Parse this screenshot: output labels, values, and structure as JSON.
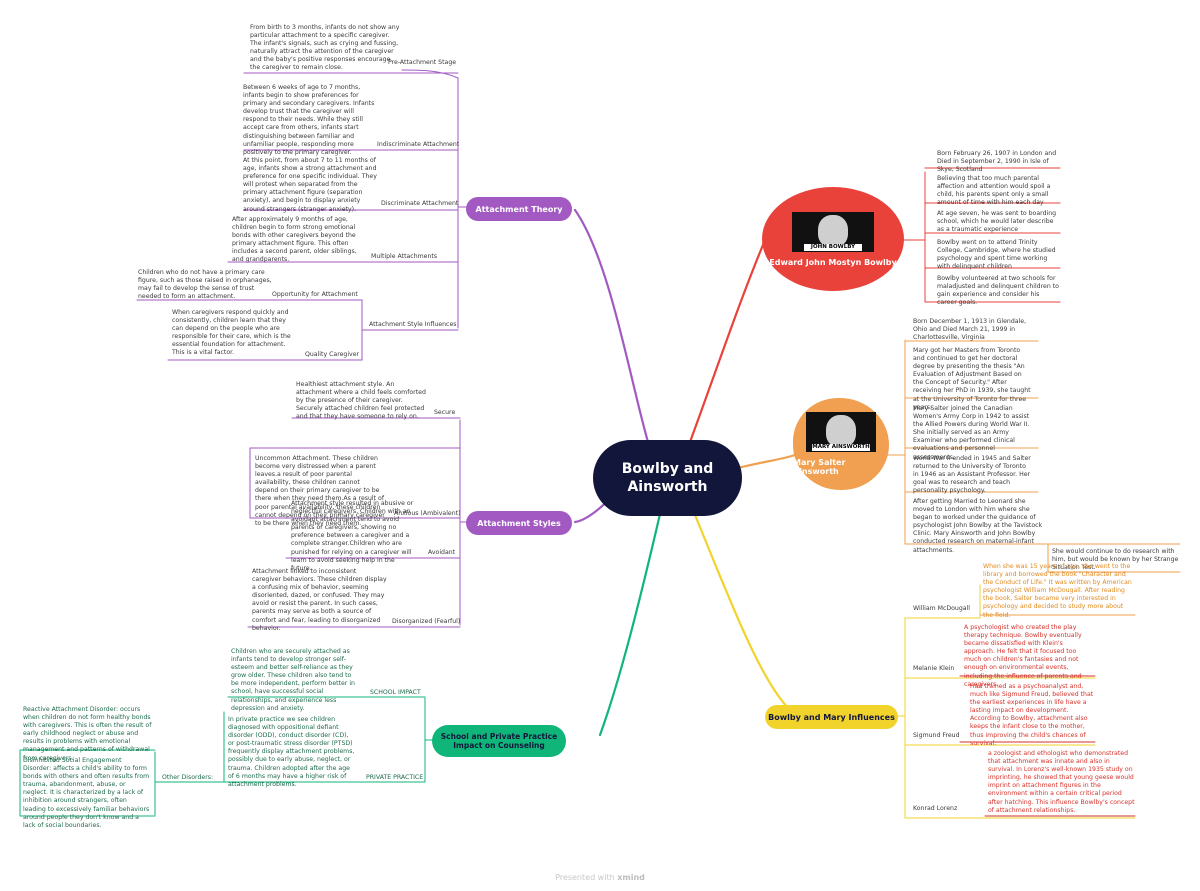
{
  "central": "Bowlby and Ainsworth",
  "footer": {
    "presented_with": "Presented with",
    "brand": "xmind"
  },
  "colors": {
    "purple": "#a25ac2",
    "red": "#e8423a",
    "orange": "#f0a050",
    "yellow": "#f2d32c",
    "green": "#10b57a",
    "navy": "#11163a"
  },
  "attachment_theory": {
    "title": "Attachment Theory",
    "stages": [
      {
        "label": "Pre-Attachment Stage",
        "text": "From birth to 3 months, infants do not show any particular attachment to a specific caregiver. The infant's signals, such as crying and fussing, naturally attract the attention of the caregiver and the baby's positive responses encourage the caregiver to remain close."
      },
      {
        "label": "Indiscriminate Attachment",
        "text": "Between 6 weeks of age to 7 months, infants begin to show preferences for primary and secondary caregivers. Infants develop trust that the caregiver will respond to their needs. While they still accept care from others, infants start distinguishing between familiar and unfamiliar people, responding more positively to the primary caregiver."
      },
      {
        "label": "Discriminate Attachment",
        "text": "At this point, from about 7 to 11 months of age, infants show a strong attachment and preference for one specific individual. They will protest when separated from the primary attachment figure (separation anxiety), and begin to display anxiety around strangers (stranger anxiety)."
      },
      {
        "label": "Multiple Attachments",
        "text": "After approximately 9 months of age, children begin to form strong emotional bonds with other caregivers beyond the primary attachment figure. This often includes a second parent, older siblings, and grandparents."
      }
    ],
    "influences": {
      "label": "Attachment Style Influences",
      "items": [
        {
          "label": "Opportunity for Attachment",
          "text": "Children who do not have a primary care figure, such as those raised in orphanages, may fail to develop the sense of trust needed to form an attachment."
        },
        {
          "label": "Quality Caregiver",
          "text": "When caregivers respond quickly and consistently, children learn that they can depend on the people who are responsible for their care, which is the essential foundation for attachment. This is a vital factor."
        }
      ]
    }
  },
  "attachment_styles": {
    "title": "Attachment Styles",
    "items": [
      {
        "label": "Secure",
        "text": "Healthiest attachment style. An attachment where a child feels comforted by the presence of their caregiver. Securely attached children feel protected and that they have someone to rely on."
      },
      {
        "label": "Anxious (Ambivalent)",
        "text": "Uncommon Attachment. These children become very distressed when a parent leaves.a result of poor parental availability, these children cannot depend on their primary caregiver to be there when they need them.As a result of poor parental availability, these children cannot depend on their primary caregiver to be there when they need them."
      },
      {
        "label": "Avoidant",
        "text": "Attachment style resulted in abusive or neglectful caregivers. Children with an avoidant attachment tend to avoid parents or caregivers, showing no preference between a caregiver and a complete stranger.Children who are punished for relying on a caregiver will learn to avoid seeking help in the future."
      },
      {
        "label": "Disorganized (Fearful)",
        "text": "Attachment linked to inconsistent caregiver behaviors. These children display a confusing mix of behavior, seeming disoriented, dazed, or confused. They may avoid or resist the parent.  In such cases, parents may serve as both a source of comfort and fear, leading to disorganized behavior."
      }
    ]
  },
  "school": {
    "title": "School and Private Practice Impact on Counseling",
    "school_label": "SCHOOL IMPACT",
    "school_text": "Children who are securely attached as infants tend to develop stronger self-esteem and better self-reliance as they grow older. These children also tend to be more independent, perform better in school, have successful social relationships, and experience less depression and anxiety.",
    "private_label": "PRIVATE PRACTICE",
    "private_text": "In private practice we see children diagnosed with oppositional defiant disorder (ODD), conduct disorder (CD), or post-traumatic stress disorder (PTSD) frequently display attachment problems, possibly due to early abuse, neglect, or trauma. Children adopted after the age of 6 months may have a higher risk of attachment problems.",
    "other_label": "Other Disorders:",
    "rad_text": "Reactive Attachment Disorder: occurs when children do not form healthy bonds with caregivers. This is often the result of early childhood neglect or abuse and results in problems with emotional management and patterns of withdrawal from caregivers.",
    "dsed_text": "Disinhibited Social Engagement Disorder: affects a child's ability to form bonds with others and often results from trauma, abandonment, abuse, or neglect. It is characterized by a lack of inhibition around strangers, often leading to excessively familiar behaviors around people they don't know and a lack of social boundaries."
  },
  "bowlby": {
    "title": "Edward John Mostyn Bowlby",
    "portrait_name": "JOHN BOWLBY",
    "portrait_icon": "portrait-photo",
    "facts": [
      "Born February 26, 1907 in London and Died in September 2, 1990 in Isle of Skye, Scotland",
      "Believing that too much parental affection and attention would spoil a child, his parents spent only a small amount of time with him each day",
      "At age seven, he was sent to boarding school, which he would later describe as a traumatic experience",
      "Bowlby went on to attend Trinity College, Cambridge, where he studied psychology and spent time working with delinquent children",
      "Bowlby volunteered at two schools for maladjusted and delinquent children to gain experience and consider his career goals."
    ]
  },
  "ainsworth": {
    "title": "Mary Salter Ainsworth",
    "portrait_name": "MARY AINSWORTH",
    "portrait_icon": "portrait-photo",
    "facts": [
      "Born December 1, 1913 in Glendale, Ohio and Died March 21, 1999 in Charlottesville, Virginia",
      "Mary got her Masters from Toronto and continued to get her doctoral degree by presenting the thesis \"An Evaluation of Adjustment Based on the Concept of Security.\" After receiving her PhD in 1939, she taught at the University of Toronto for three years.",
      "Mary Salter joined the Canadian Women's Army Corp in 1942 to assist the Allied Powers during World War II. She initially served as an Army Examiner who performed clinical evaluations and personnel assessments.",
      "World War II ended in 1945 and Salter returned to the University of Toronto in 1946 as an Assistant Professor. Her goal was to research and teach personality psychology.",
      "After getting Married to Leonard she moved to London with him where she began to worked under the guidance of psychologist John Bowlby at the Tavistock Clinic. Mary Ainsworth and John Bowlby conducted research on maternal-infant attachments."
    ],
    "extra": "She would continue to do research with him, but would be known by her Strange Situation Test."
  },
  "influences": {
    "title": "Bowlby and Mary Influences",
    "items": [
      {
        "label": "William McDougall",
        "text": "When she was 15 years of age, she went to the library and borrowed the book \"Character and the Conduct of Life.\" It was written by American psychologist William McDougall. After reading the book, Salter became very interested in psychology and decided to study more about the field."
      },
      {
        "label": "Melanie Klein",
        "text": "A psychologist who created the play therapy technique. Bowlby eventually became dissatisfied with Klein's approach. He felt that it focused too much on children's fantasies and not enough on environmental events, including the influence of parents and caregivers."
      },
      {
        "label": "Sigmund Freud",
        "text": "Had trained as a psychoanalyst and, much like Sigmund Freud, believed that the earliest experiences in life have a lasting impact on development. According to Bowlby, attachment also keeps the infant close to the mother, thus improving the child's chances of survival."
      },
      {
        "label": "Konrad Lorenz",
        "text": " a zoologist and ethologist who demonstrated that attachment was innate and also in survival. In Lorenz's well-known 1935 study on imprinting, he showed that young geese would imprint on attachment figures in the environment within a certain critical period after hatching. This influence Bowlby's concept of attachment relationships."
      }
    ]
  }
}
